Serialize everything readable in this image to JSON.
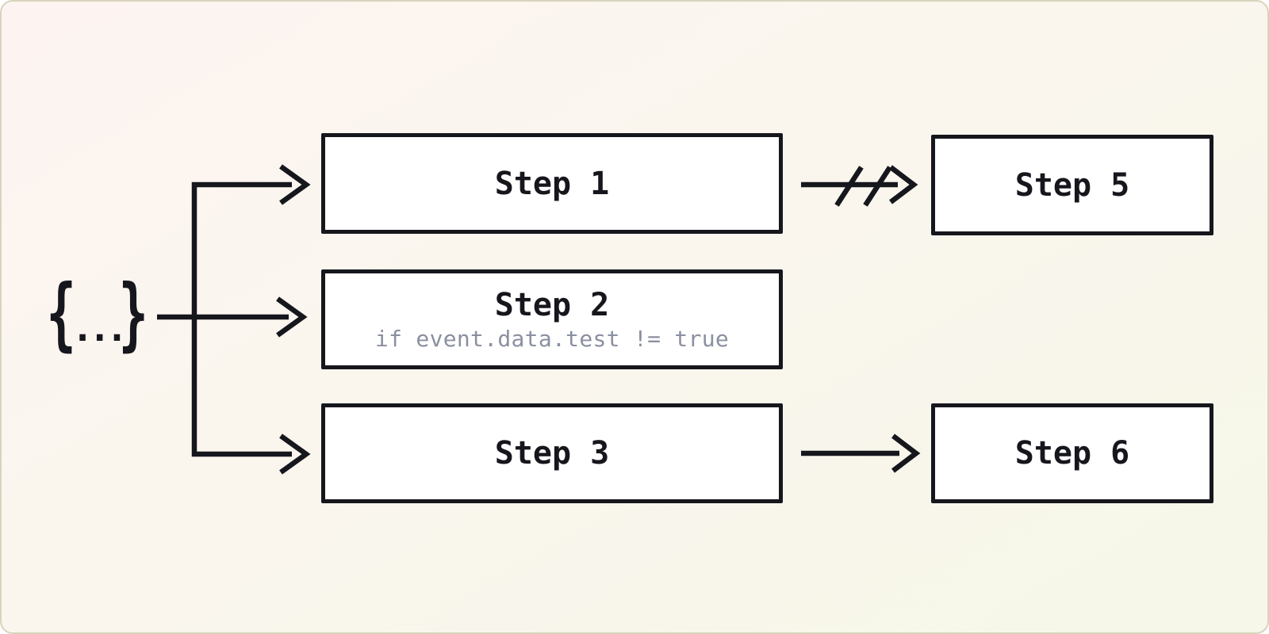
{
  "colors": {
    "ink": "#16161d",
    "muted": "#8b90a0",
    "box_fill": "#ffffff",
    "bg_start": "#fdf4f1",
    "bg_mid": "#faf6ee",
    "bg_end": "#f6f7e8",
    "card_edge": "#d8d4bc"
  },
  "diagram": {
    "trigger": {
      "label": "{...}",
      "open_brace": "{",
      "dots": "...",
      "close_brace": "}"
    },
    "steps": [
      {
        "id": "step-1",
        "label": "Step 1"
      },
      {
        "id": "step-2",
        "label": "Step 2",
        "condition": "if event.data.test != true"
      },
      {
        "id": "step-3",
        "label": "Step 3"
      },
      {
        "id": "step-5",
        "label": "Step 5"
      },
      {
        "id": "step-6",
        "label": "Step 6"
      }
    ],
    "edges": [
      {
        "from": "trigger",
        "to": "step-1",
        "style": "arrow"
      },
      {
        "from": "trigger",
        "to": "step-2",
        "style": "arrow"
      },
      {
        "from": "trigger",
        "to": "step-3",
        "style": "arrow"
      },
      {
        "from": "step-1",
        "to": "step-5",
        "style": "cancelled-arrow"
      },
      {
        "from": "step-3",
        "to": "step-6",
        "style": "arrow"
      }
    ]
  }
}
